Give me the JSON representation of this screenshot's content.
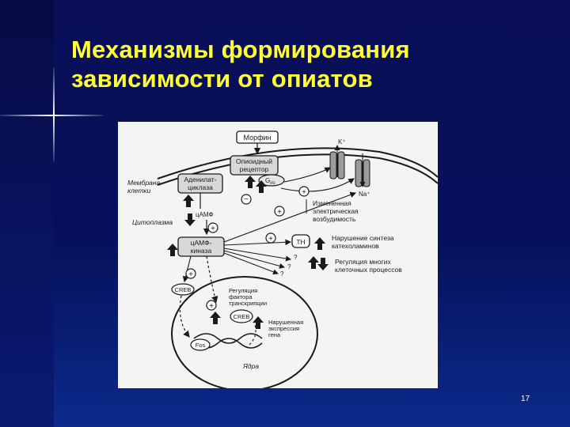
{
  "slide": {
    "title_line1": "Механизмы формирования",
    "title_line2": "зависимости от опиатов",
    "number": "17"
  },
  "diagram": {
    "morphine": "Морфин",
    "receptor_line1": "Опиоидный",
    "receptor_line2": "рецептор",
    "membrane_line1": "Мембрана",
    "membrane_line2": "клетки",
    "adenylate_line1": "Аденилат-",
    "adenylate_line2": "циклаза",
    "gio_main": "G",
    "gio_sub": "i/o",
    "k_ion": "K⁺",
    "na_ion": "Na⁺",
    "camp": "цАМФ",
    "cytoplasm": "Цитоплазма",
    "kinase_line1": "цАМФ-",
    "kinase_line2": "киназа",
    "excitability_line1": "Измененная",
    "excitability_line2": "электрическая",
    "excitability_line3": "возбудимость",
    "th": "TH",
    "synthesis_line1": "Нарушение синтеза",
    "synthesis_line2": "катехоламинов",
    "regulation_line1": "Регуляция многих",
    "regulation_line2": "клеточных процессов",
    "creb": "CREB",
    "creb_inner": "CREB",
    "transcription_line1": "Регуляция",
    "transcription_line2": "фактора",
    "transcription_line3": "транскрипции",
    "gene_line1": "Нарушенная",
    "gene_line2": "экспрессия",
    "gene_line3": "гена",
    "fos": "Fos",
    "nucleus": "Ядра",
    "plus": "+",
    "minus": "−",
    "question": "?"
  },
  "colors": {
    "background": "#06105a",
    "title": "#ffff33",
    "figure_bg": "#f4f4f2",
    "ink": "#1a1a1a"
  }
}
